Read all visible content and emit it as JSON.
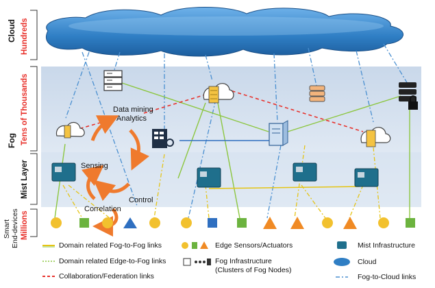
{
  "tiers": {
    "cloud": {
      "name": "Cloud",
      "scale": "Hundreds"
    },
    "fog": {
      "name": "Fog",
      "scale": "Tens of Thousands"
    },
    "mist": {
      "name": "Mist Layer"
    },
    "edge": {
      "name_line1": "Smart",
      "name_line2": "End-devices",
      "scale": "Millions"
    }
  },
  "cycle": {
    "data_mining_line1": "Data mining",
    "data_mining_line2": "Analytics",
    "sensing": "Sensing",
    "control": "Control",
    "correlation": "Correlation"
  },
  "legend": {
    "fog_to_fog": "Domain related Fog-to-Fog links",
    "edge_to_fog": "Domain related Edge-to-Fog links",
    "collaboration": "Collaboration/Federation links",
    "edge_sensors": "Edge Sensors/Actuators",
    "fog_infra_line1": "Fog Infrastructure",
    "fog_infra_line2": "(Clusters of Fog Nodes)",
    "mist_infra": "Mist Infrastructure",
    "cloud": "Cloud",
    "fog_to_cloud": "Fog-to-Cloud links"
  },
  "colors": {
    "cloud": "#2f7ec4",
    "fog_band": "#dbe6f2",
    "accent_red": "#e8302a",
    "fog_link_green": "#8cc63f",
    "edge_link_yellow": "#e5c414",
    "collab_red": "#e8302a",
    "cloud_link_blue": "#4a8fd0",
    "sensor_yellow": "#f2c12e",
    "sensor_green": "#6cb33f",
    "sensor_orange": "#f08a24",
    "sensor_blue": "#2f6fc0",
    "cycle_orange": "#ef7a2d"
  }
}
